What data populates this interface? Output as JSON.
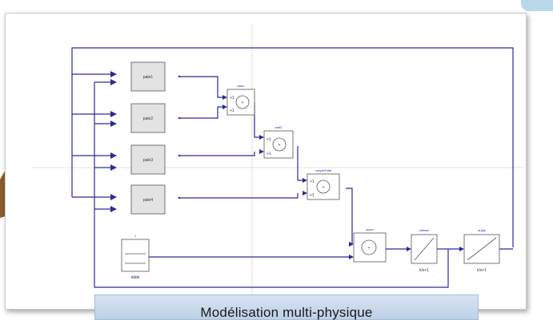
{
  "caption": "Modélisation multi-physique",
  "blocks": {
    "sources": [
      "pale1",
      "pale2",
      "pale3",
      "pale4"
    ],
    "sum1": {
      "label": "add1",
      "ports": [
        "+1",
        "+1"
      ]
    },
    "sum2": {
      "label": "add2",
      "ports": [
        "+1",
        "+1"
      ]
    },
    "sum3": {
      "label": "coupleTotal",
      "ports": [
        "+1",
        "+1"
      ]
    },
    "sum4": {
      "label": "accel"
    },
    "int1": {
      "label": "vitesse",
      "sub": "k/s+1"
    },
    "int2": {
      "label": "angle",
      "sub": "k/s+1"
    },
    "table": {
      "label": "J",
      "sub": "table"
    }
  },
  "colors": {
    "wire": "#2b2b9a",
    "caption_bg": "#c8d9ec",
    "frame_border": "#c9c9c9",
    "accent_brown": "#8a5a2b"
  }
}
